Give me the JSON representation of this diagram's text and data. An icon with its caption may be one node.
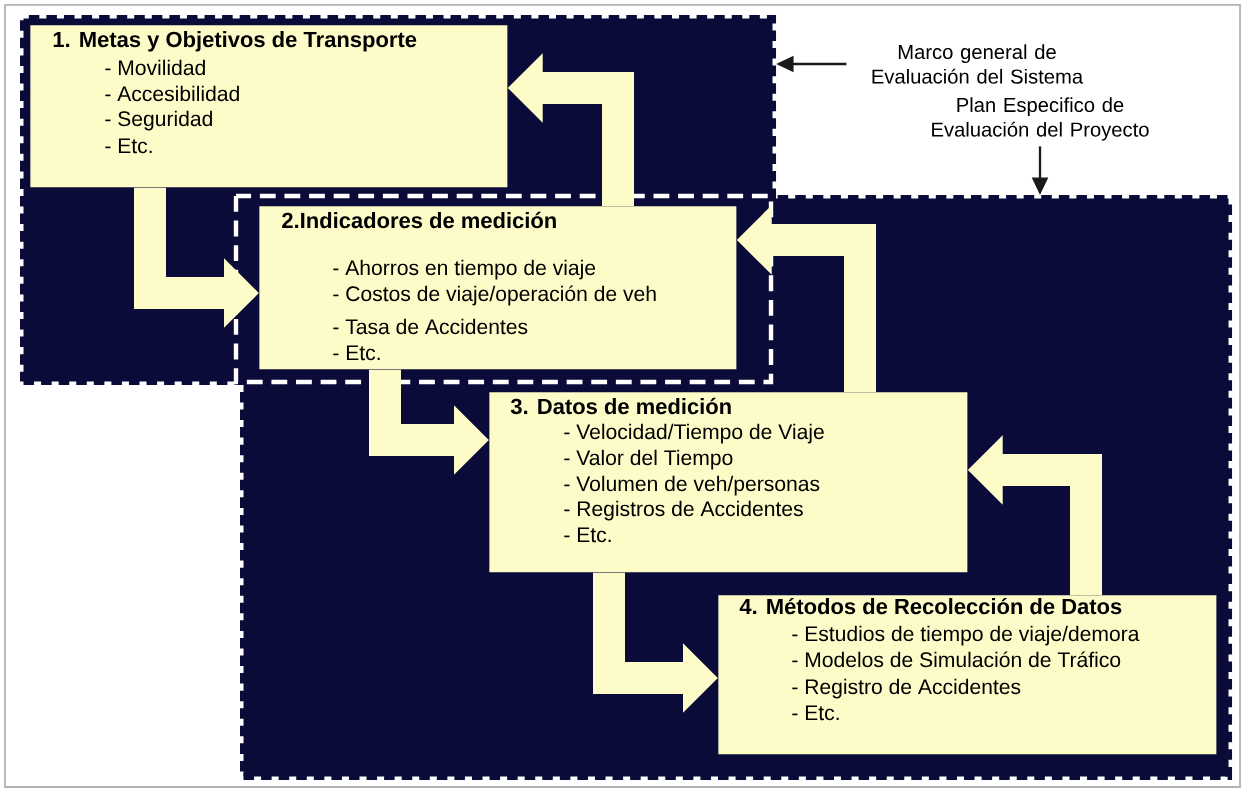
{
  "diagram": {
    "nodes": [
      {
        "text": [],
        "shape": "box"
      },
      {
        "text": [
          "1. Metas y Objetivos de Transporte",
          "- Movilidad",
          "- Accesibilidad",
          "- Seguridad",
          "- Etc."
        ],
        "in": 0
      },
      {
        "text": [],
        "shape": "box"
      },
      {
        "text": [
          "2.Indicadores de medición",
          "- Ahorros en tiempo de viaje",
          "- Costos de viaje/operación de veh",
          "- Tasa de Accidentes",
          "- Etc."
        ]
      },
      {
        "text": [
          "3. Datos de medición",
          "- Velocidad/Tiempo de Viaje",
          "- Valor del Tiempo",
          "- Volumen de veh/personas",
          "- Registros de Accidentes",
          "- Etc."
        ],
        "in": 2
      },
      {
        "text": [
          "4. Métodos de Recolección de Datos",
          "- Estudios de tiempo de viaje/demora",
          "- Modelos de Simulación de Tráfico",
          "- Registro de Accidentes",
          "- Etc."
        ],
        "in": 2
      },
      {
        "text": [
          "Marco general de Evaluación del Sistema"
        ]
      },
      {
        "text": [
          "Plan Especifico de Evaluación del Proyecto"
        ]
      }
    ],
    "edges": [
      {
        "from": 6,
        "to": 0,
        "arrow": "to",
        "color": "#1a1a1a"
      },
      {
        "from": 7,
        "to": 2,
        "arrow": "to",
        "color": "#1a1a1a"
      },
      {
        "from": 1,
        "to": 3,
        "arrow": "to"
      },
      {
        "from": 3,
        "to": 1,
        "arrow": "to"
      },
      {
        "from": 3,
        "to": 4,
        "arrow": "to"
      },
      {
        "from": 4,
        "to": 3,
        "arrow": "to"
      },
      {
        "from": 4,
        "to": 5,
        "arrow": "to"
      },
      {
        "from": 5,
        "to": 4,
        "arrow": "to"
      }
    ]
  }
}
